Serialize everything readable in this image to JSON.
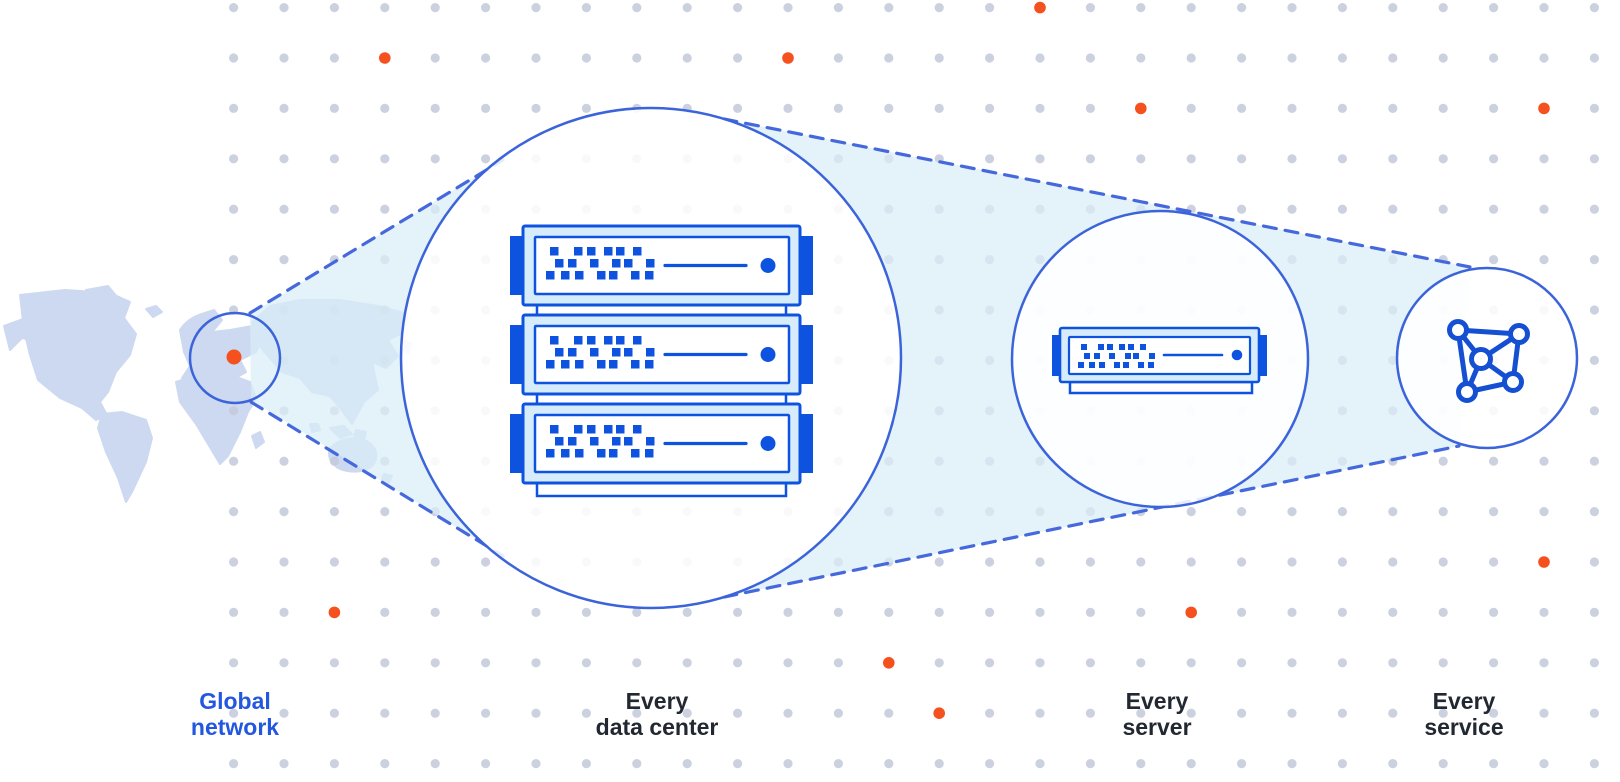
{
  "colors": {
    "accent_blue": "#0d53e0",
    "icon_blue": "#1550d2",
    "circle_stroke": "#3c64da",
    "dashed_line": "#4668dd",
    "beam_fill": "#d9edf6",
    "map_fill": "#ccd9f1",
    "server_fill_light": "#d7ecfa",
    "dot_grey": "#c3c9d9",
    "dot_orange": "#f4511e",
    "label_dark": "#222831",
    "label_blue": "#2457e0"
  },
  "stages": [
    {
      "id": "global-network",
      "label_line1": "Global",
      "label_line2": "network"
    },
    {
      "id": "every-data-center",
      "label_line1": "Every",
      "label_line2": "data center"
    },
    {
      "id": "every-server",
      "label_line1": "Every",
      "label_line2": "server"
    },
    {
      "id": "every-service",
      "label_line1": "Every",
      "label_line2": "service"
    }
  ],
  "icons": {
    "world_map": "world-map",
    "location_dot": "location-marker-dot",
    "server_rack": "server-rack",
    "single_server": "server-unit",
    "service_network": "network-graph-icon"
  },
  "background": {
    "grid": {
      "cols": 28,
      "rows": 16
    },
    "orange_dot_cells": [
      [
        16,
        0
      ],
      [
        3,
        1
      ],
      [
        11,
        1
      ],
      [
        18,
        2
      ],
      [
        26,
        2
      ],
      [
        26,
        11
      ],
      [
        2,
        12
      ],
      [
        19,
        12
      ],
      [
        13,
        13
      ],
      [
        14,
        14
      ]
    ]
  }
}
